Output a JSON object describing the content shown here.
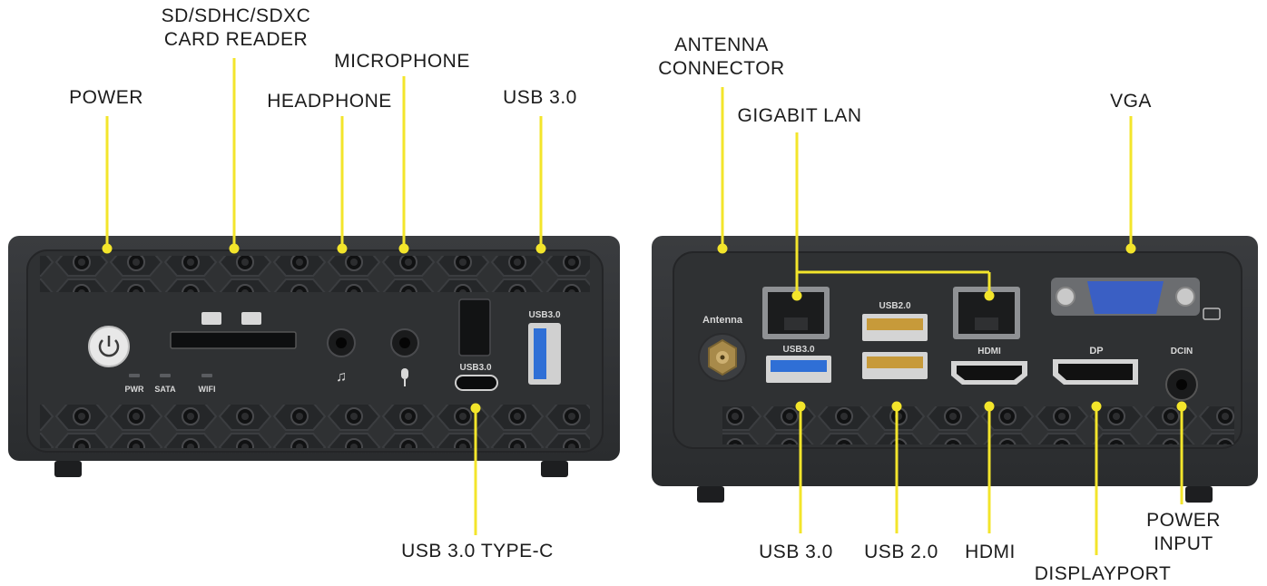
{
  "front_panel": {
    "callouts": {
      "power": "POWER",
      "card_reader": [
        "SD/SDHC/SDXC",
        "CARD READER"
      ],
      "headphone": "HEADPHONE",
      "microphone": "MICROPHONE",
      "usb30": "USB 3.0",
      "usb30_typec": "USB 3.0 TYPE-C"
    },
    "printed": {
      "led_pwr": "PWR",
      "led_sata": "SATA",
      "led_wifi": "WIFI",
      "typec_label": "USB3.0",
      "usb_label": "USB3.0"
    }
  },
  "rear_panel": {
    "callouts": {
      "antenna": [
        "ANTENNA",
        "CONNECTOR"
      ],
      "gigabit_lan": "GIGABIT LAN",
      "vga": "VGA",
      "usb30": "USB 3.0",
      "usb20": "USB 2.0",
      "hdmi": "HDMI",
      "displayport": "DISPLAYPORT",
      "power_input": [
        "POWER",
        "INPUT"
      ]
    },
    "printed": {
      "antenna": "Antenna",
      "usb20": "USB2.0",
      "usb30": "USB3.0",
      "hdmi": "HDMI",
      "dp": "DP",
      "dcin": "DCIN"
    }
  },
  "colors": {
    "callout_line": "#f3e52b",
    "chassis": "#2f3133",
    "usb3_blue": "#2f6fd6",
    "usb2_amber": "#c79a3a",
    "vga_blue": "#3a5fc4"
  }
}
